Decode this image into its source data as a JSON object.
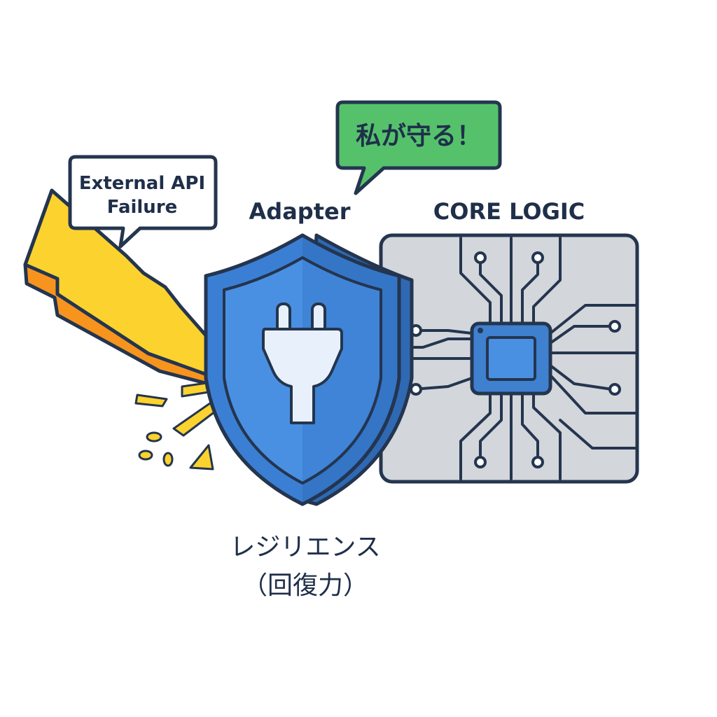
{
  "external_bubble": {
    "line1": "External API",
    "line2": "Failure"
  },
  "adapter_bubble": {
    "text": "私が守る！"
  },
  "adapter_label": "Adapter",
  "core_label": "CORE LOGIC",
  "caption": {
    "line1": "レジリエンス",
    "line2": "（回復力）"
  },
  "colors": {
    "outline": "#24354f",
    "bolt_yellow": "#fcd22e",
    "bolt_orange": "#f7941d",
    "shield_blue": "#3b7fd4",
    "shield_inner": "#4a90e2",
    "speech_green": "#55c26b",
    "board_gray": "#d3d6da",
    "chip_blue": "#3f80cf"
  },
  "icons": [
    "lightning-bolt-icon",
    "shield-icon",
    "plug-icon",
    "circuit-board-icon",
    "chip-icon"
  ]
}
